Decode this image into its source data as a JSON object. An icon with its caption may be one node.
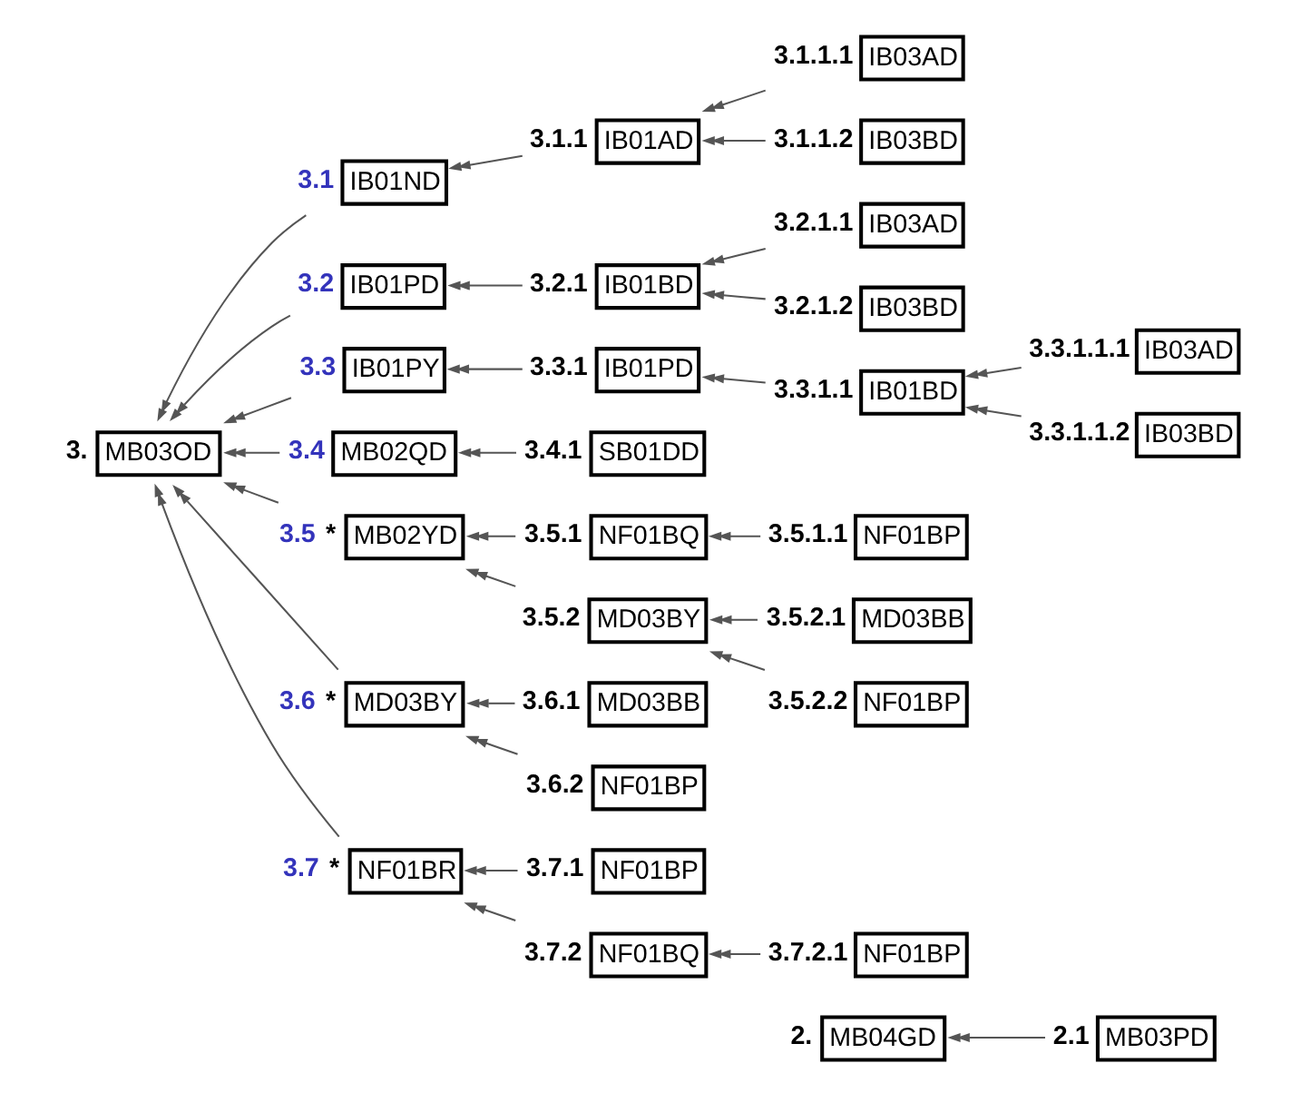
{
  "diagram": {
    "nodes": [
      {
        "text": [
          "MB04GD"
        ],
        "beside": [
          "2."
        ]
      },
      {
        "text": [
          "MB03PD"
        ],
        "beside": [
          "2.1"
        ]
      },
      {
        "text": [
          "MB03OD"
        ],
        "beside": [
          "3."
        ]
      },
      {
        "text": [
          "IB01ND"
        ],
        "beside": [
          "3.1"
        ]
      },
      {
        "text": [
          "IB01AD"
        ],
        "beside": [
          "3.1.1"
        ]
      },
      {
        "text": [
          "IB03AD"
        ],
        "beside": [
          "3.1.1.1"
        ]
      },
      {
        "text": [
          "IB03BD"
        ],
        "beside": [
          "3.1.1.2"
        ]
      },
      {
        "text": [
          "IB01PD"
        ],
        "beside": [
          "3.2"
        ]
      },
      {
        "text": [
          "IB01BD"
        ],
        "beside": [
          "3.2.1"
        ]
      },
      {
        "text": [
          "IB03AD"
        ],
        "beside": [
          "3.2.1.1"
        ]
      },
      {
        "text": [
          "IB03BD"
        ],
        "beside": [
          "3.2.1.2"
        ]
      },
      {
        "text": [
          "IB01PY"
        ],
        "beside": [
          "3.3"
        ]
      },
      {
        "text": [
          "IB01PD"
        ],
        "beside": [
          "3.3.1"
        ]
      },
      {
        "text": [
          "IB01BD"
        ],
        "beside": [
          "3.3.1.1"
        ]
      },
      {
        "text": [
          "IB03AD"
        ],
        "beside": [
          "3.3.1.1.1"
        ]
      },
      {
        "text": [
          "IB03BD"
        ],
        "beside": [
          "3.3.1.1.2"
        ]
      },
      {
        "text": [
          "MB02QD"
        ],
        "beside": [
          "3.4"
        ]
      },
      {
        "text": [
          "SB01DD"
        ],
        "beside": [
          "3.4.1"
        ]
      },
      {
        "text": [
          "MB02YD"
        ],
        "beside": [
          "3.5",
          "*"
        ]
      },
      {
        "text": [
          "NF01BQ"
        ],
        "beside": [
          "3.5.1"
        ]
      },
      {
        "text": [
          "NF01BP"
        ],
        "beside": [
          "3.5.1.1"
        ]
      },
      {
        "text": [
          "MD03BY"
        ],
        "beside": [
          "3.5.2"
        ]
      },
      {
        "text": [
          "MD03BB"
        ],
        "beside": [
          "3.5.2.1"
        ]
      },
      {
        "text": [
          "NF01BP"
        ],
        "beside": [
          "3.5.2.2"
        ]
      },
      {
        "text": [
          "MD03BY"
        ],
        "beside": [
          "3.6",
          "*"
        ]
      },
      {
        "text": [
          "MD03BB"
        ],
        "beside": [
          "3.6.1"
        ]
      },
      {
        "text": [
          "NF01BP"
        ],
        "beside": [
          "3.6.2"
        ]
      },
      {
        "text": [
          "NF01BR"
        ],
        "beside": [
          "3.7",
          "*"
        ]
      },
      {
        "text": [
          "NF01BP"
        ],
        "beside": [
          "3.7.1"
        ]
      },
      {
        "text": [
          "NF01BQ"
        ],
        "beside": [
          "3.7.2"
        ]
      },
      {
        "text": [
          "NF01BP"
        ],
        "beside": [
          "3.7.2.1"
        ]
      }
    ],
    "edges": [
      {
        "from": 1,
        "to": 0,
        "arrow": "to"
      },
      {
        "from": 3,
        "to": 2,
        "arrow": "to"
      },
      {
        "from": 4,
        "to": 3,
        "arrow": "to"
      },
      {
        "from": 5,
        "to": 4,
        "arrow": "to"
      },
      {
        "from": 6,
        "to": 4,
        "arrow": "to"
      },
      {
        "from": 7,
        "to": 2,
        "arrow": "to"
      },
      {
        "from": 8,
        "to": 7,
        "arrow": "to"
      },
      {
        "from": 9,
        "to": 8,
        "arrow": "to"
      },
      {
        "from": 10,
        "to": 8,
        "arrow": "to"
      },
      {
        "from": 11,
        "to": 2,
        "arrow": "to"
      },
      {
        "from": 12,
        "to": 11,
        "arrow": "to"
      },
      {
        "from": 13,
        "to": 12,
        "arrow": "to"
      },
      {
        "from": 14,
        "to": 13,
        "arrow": "to"
      },
      {
        "from": 15,
        "to": 13,
        "arrow": "to"
      },
      {
        "from": 16,
        "to": 2,
        "arrow": "to"
      },
      {
        "from": 17,
        "to": 16,
        "arrow": "to"
      },
      {
        "from": 18,
        "to": 2,
        "arrow": "to"
      },
      {
        "from": 19,
        "to": 18,
        "arrow": "to"
      },
      {
        "from": 20,
        "to": 19,
        "arrow": "to"
      },
      {
        "from": 21,
        "to": 18,
        "arrow": "to"
      },
      {
        "from": 22,
        "to": 21,
        "arrow": "to"
      },
      {
        "from": 23,
        "to": 21,
        "arrow": "to"
      },
      {
        "from": 24,
        "to": 2,
        "arrow": "to"
      },
      {
        "from": 25,
        "to": 24,
        "arrow": "to"
      },
      {
        "from": 26,
        "to": 24,
        "arrow": "to"
      },
      {
        "from": 27,
        "to": 2,
        "arrow": "to"
      },
      {
        "from": 28,
        "to": 27,
        "arrow": "to"
      },
      {
        "from": 29,
        "to": 27,
        "arrow": "to"
      },
      {
        "from": 30,
        "to": 29,
        "arrow": "to"
      }
    ]
  }
}
